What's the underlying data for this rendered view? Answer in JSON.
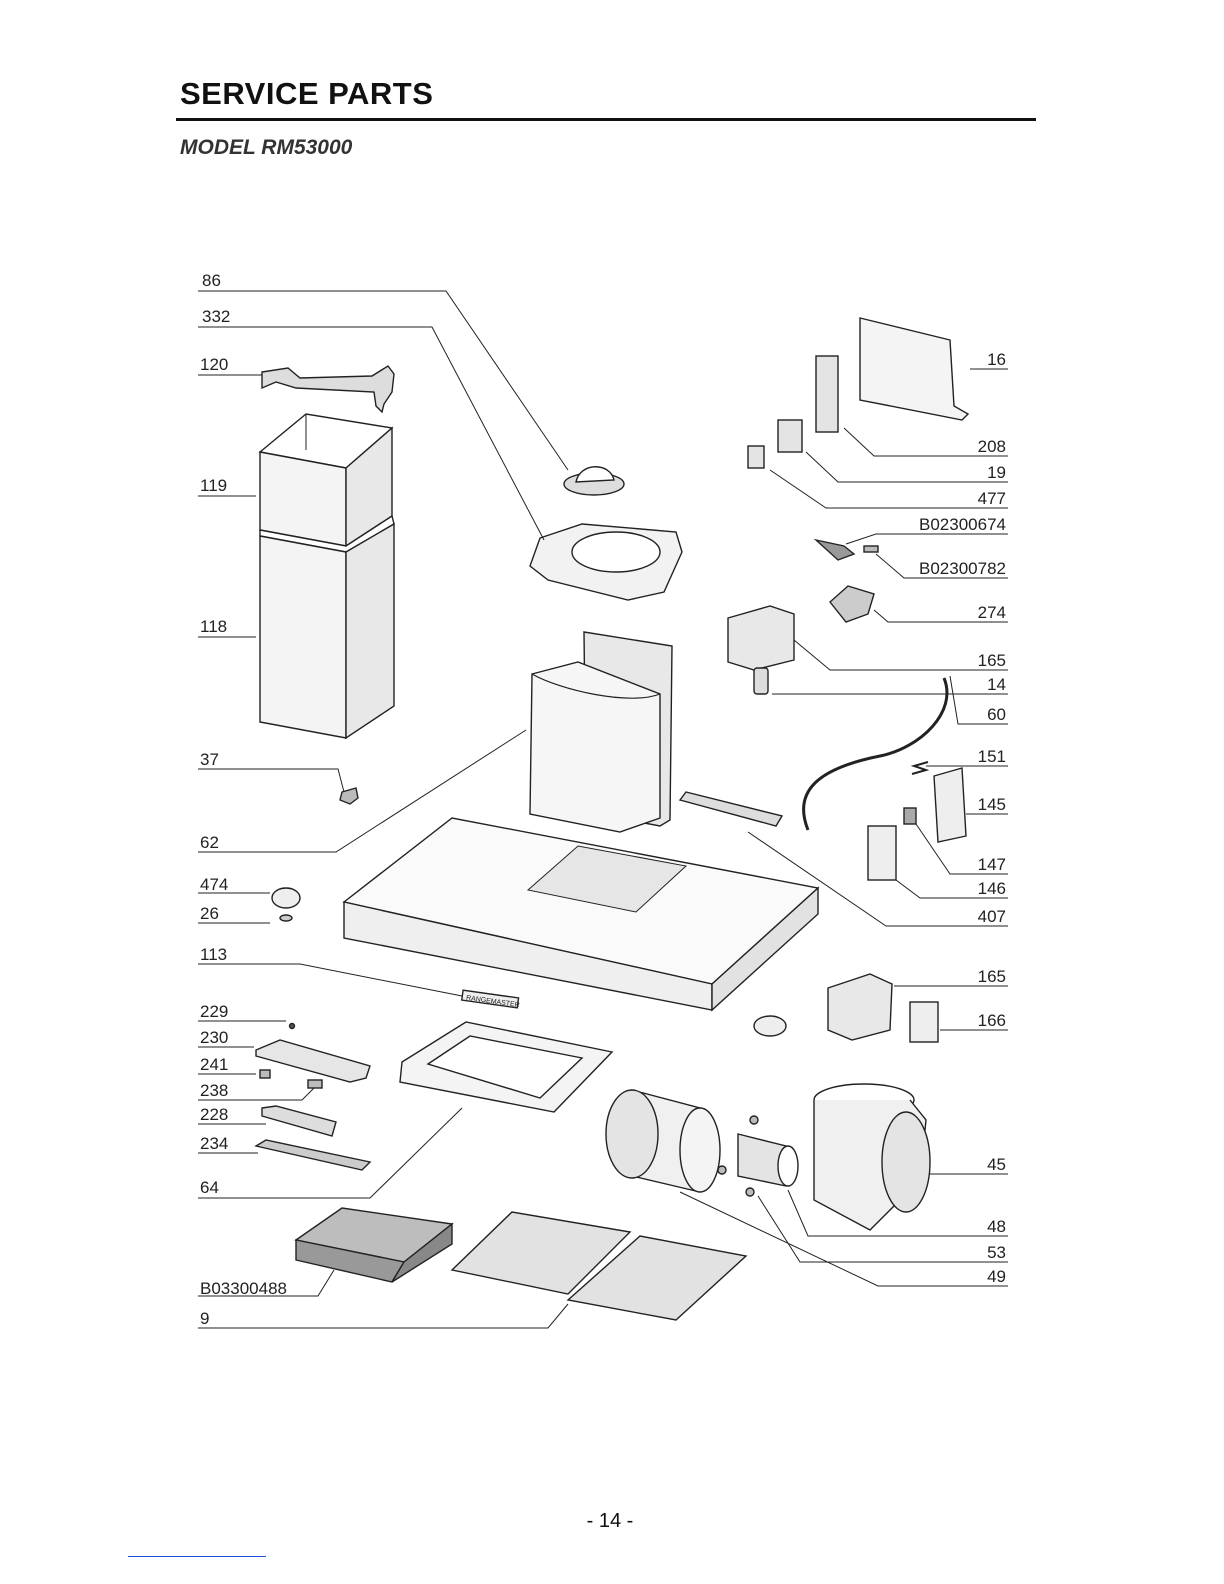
{
  "header": {
    "title": "SERVICE  PARTS",
    "model": "MODEL RM53000"
  },
  "footer": {
    "page_number": "- 14 -"
  },
  "labels": {
    "p86": "86",
    "p332": "332",
    "p120": "120",
    "p119": "119",
    "p118": "118",
    "p37": "37",
    "p62": "62",
    "p474": "474",
    "p26": "26",
    "p113": "113",
    "p229": "229",
    "p230": "230",
    "p241": "241",
    "p238": "238",
    "p228": "228",
    "p234": "234",
    "p64": "64",
    "pB03300488": "B03300488",
    "p9": "9",
    "p16": "16",
    "p208": "208",
    "p19": "19",
    "p477": "477",
    "pB02300674": "B02300674",
    "pB02300782": "B02300782",
    "p274": "274",
    "p165a": "165",
    "p14": "14",
    "p60": "60",
    "p151": "151",
    "p145": "145",
    "p147": "147",
    "p146": "146",
    "p407": "407",
    "p165b": "165",
    "p166": "166",
    "p45": "45",
    "p48": "48",
    "p53": "53",
    "p49": "49"
  },
  "nameplate_text": "RANGEMASTER",
  "colors": {
    "ink": "#222222",
    "accent_rule": "#1a4fd6"
  }
}
